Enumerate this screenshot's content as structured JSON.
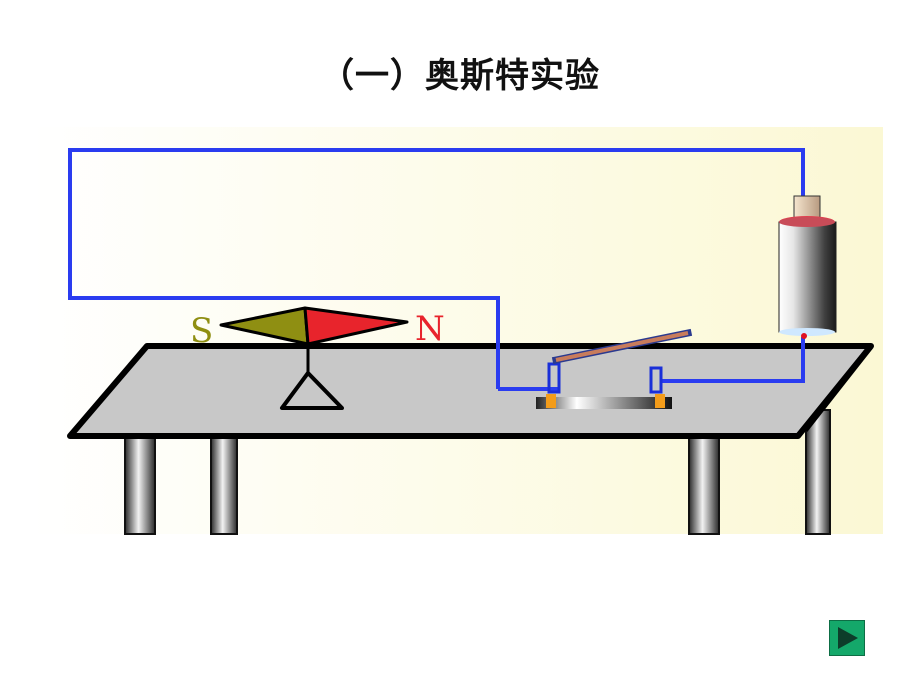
{
  "slide": {
    "title": "（一）奥斯特实验"
  },
  "magnet": {
    "south_label": "S",
    "north_label": "N",
    "south_color": "#8f8f12",
    "north_color": "#e8242c"
  },
  "scene_colors": {
    "wire": "#2a3cf0",
    "table_top": "#c8c8c8",
    "background_left": "#ffffff",
    "background_right": "#fbf8d4"
  },
  "navigation": {
    "next_icon": "play-triangle-icon",
    "next_color": "#14a86a"
  }
}
